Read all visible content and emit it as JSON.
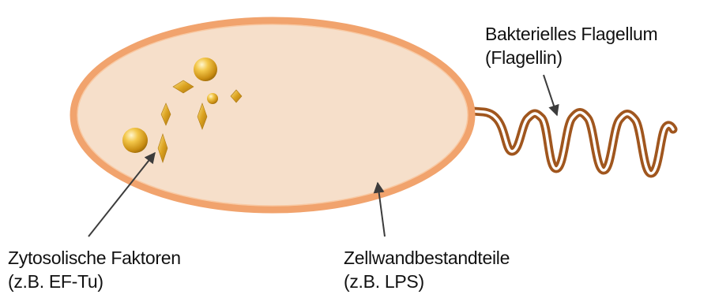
{
  "labels": {
    "flagellum": {
      "line1": "Bakterielles Flagellum",
      "line2": "(Flagellin)"
    },
    "cytosolic": {
      "line1": "Zytosolische Faktoren",
      "line2": "(z.B. EF-Tu)"
    },
    "cell_wall": {
      "line1": "Zellwandbestandteile",
      "line2": "(z.B. LPS)"
    }
  },
  "colors": {
    "cell_fill": "#f6dfca",
    "cell_border": "#f1a36d",
    "flagellum_stroke": "#a0561e",
    "particle_gold": "#d9a21c",
    "arrow": "#3c3c3c"
  }
}
